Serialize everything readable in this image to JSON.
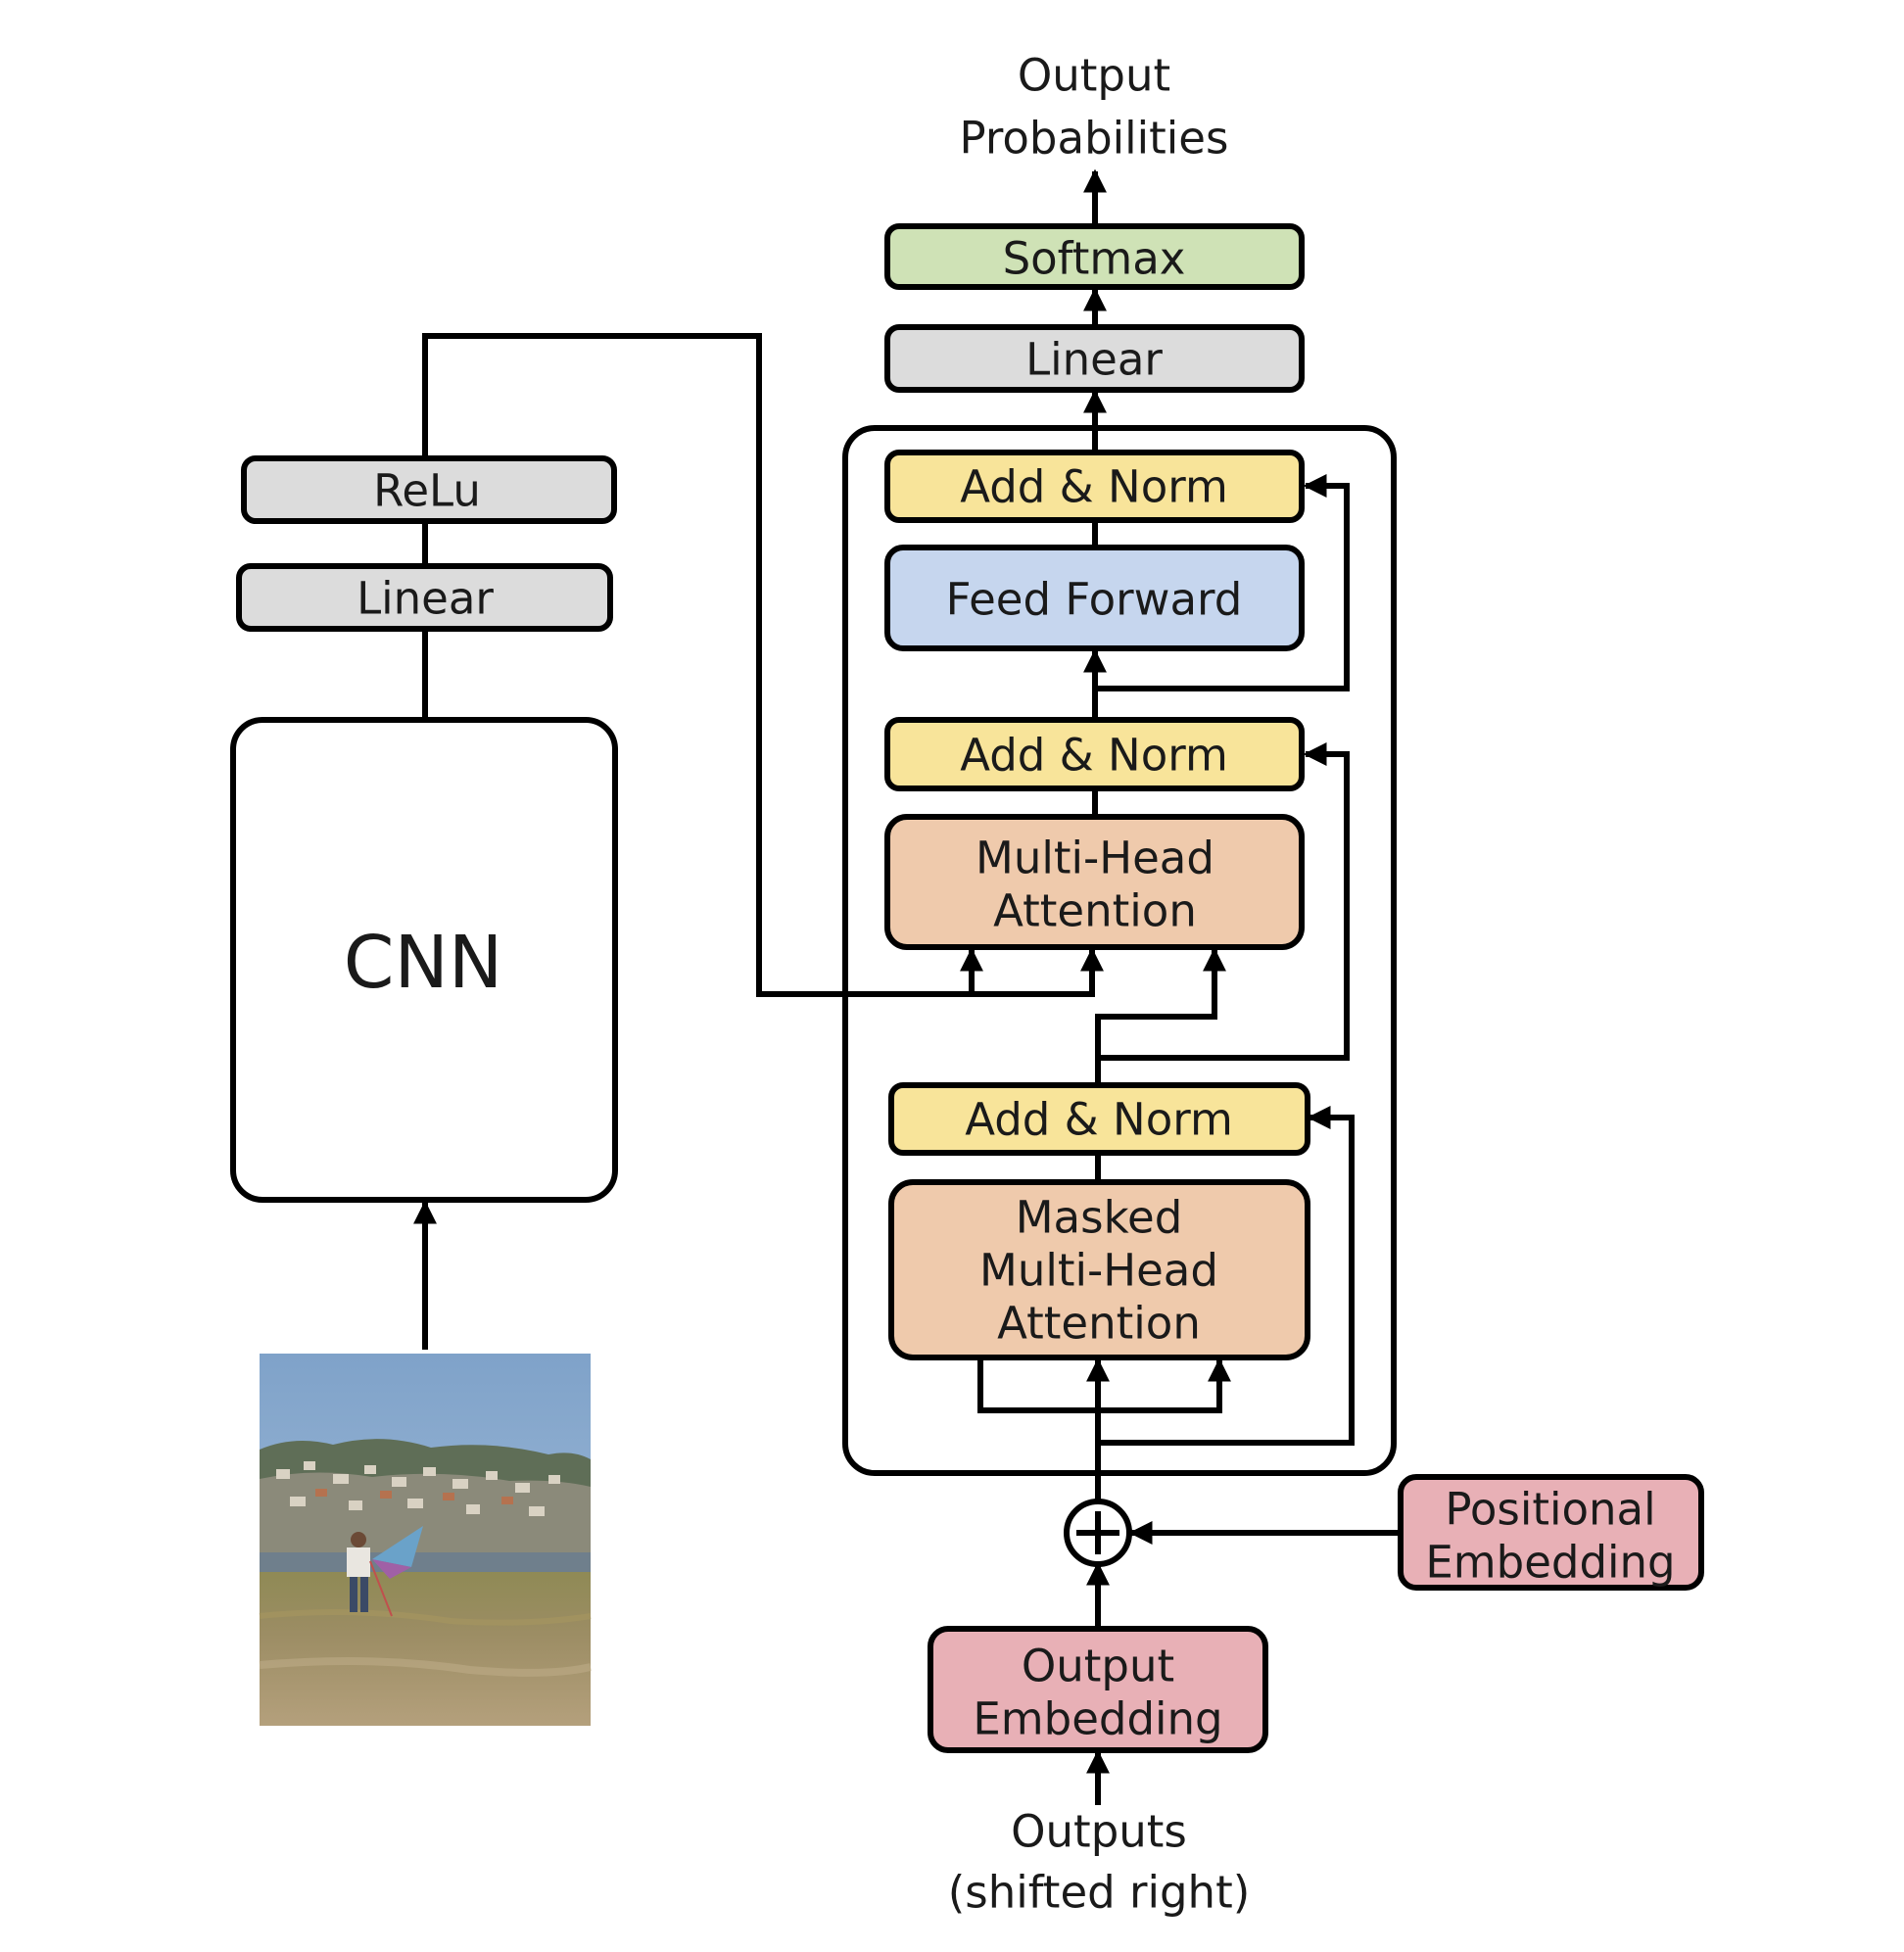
{
  "colors": {
    "yellow": "#f8e49a",
    "blue": "#c6d6ee",
    "orange": "#efcaac",
    "pink": "#e8b0b6",
    "green": "#cfe2b6",
    "gray": "#dcdcdc",
    "white": "#ffffff",
    "stroke": "#000000"
  },
  "texts": {
    "output_probabilities": [
      "Output",
      "Probabilities"
    ],
    "softmax": "Softmax",
    "decoder_linear": "Linear",
    "add_norm_top": "Add & Norm",
    "feed_forward": "Feed Forward",
    "add_norm_mid": "Add & Norm",
    "multi_head_attention": [
      "Multi-Head",
      "Attention"
    ],
    "add_norm_bottom": "Add & Norm",
    "masked_attention": [
      "Masked",
      "Multi-Head",
      "Attention"
    ],
    "positional_embedding": [
      "Positional",
      "Embedding"
    ],
    "output_embedding": [
      "Output",
      "Embedding"
    ],
    "outputs": [
      "Outputs",
      "(shifted right)"
    ],
    "relu": "ReLu",
    "encoder_linear": "Linear",
    "cnn": "CNN"
  },
  "icons": {
    "sum_node": "circled-plus-icon",
    "input_photo": "photo-person-flying-kite-on-field"
  }
}
